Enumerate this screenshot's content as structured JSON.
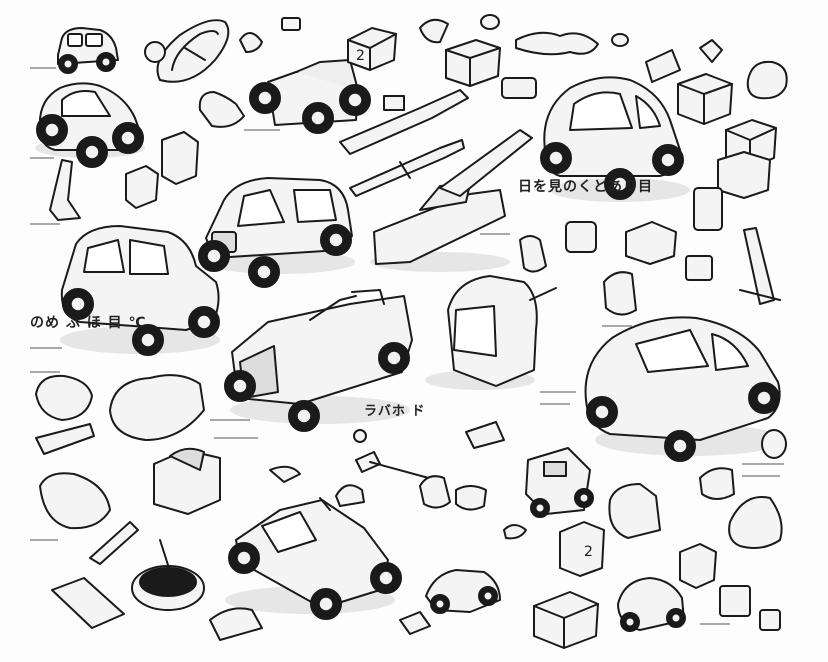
{
  "scene": {
    "description_free": true,
    "palette": {
      "background": "#fdfdfd",
      "ink": "#1a1a1a",
      "fill": "#f2f2f2",
      "shadow": "#e4e4e4"
    },
    "labels": {
      "label_a": "日を見のくとあり目",
      "label_b": "のめ ふ ほ 目 ℃",
      "label_c": "ラバホ ド"
    }
  }
}
